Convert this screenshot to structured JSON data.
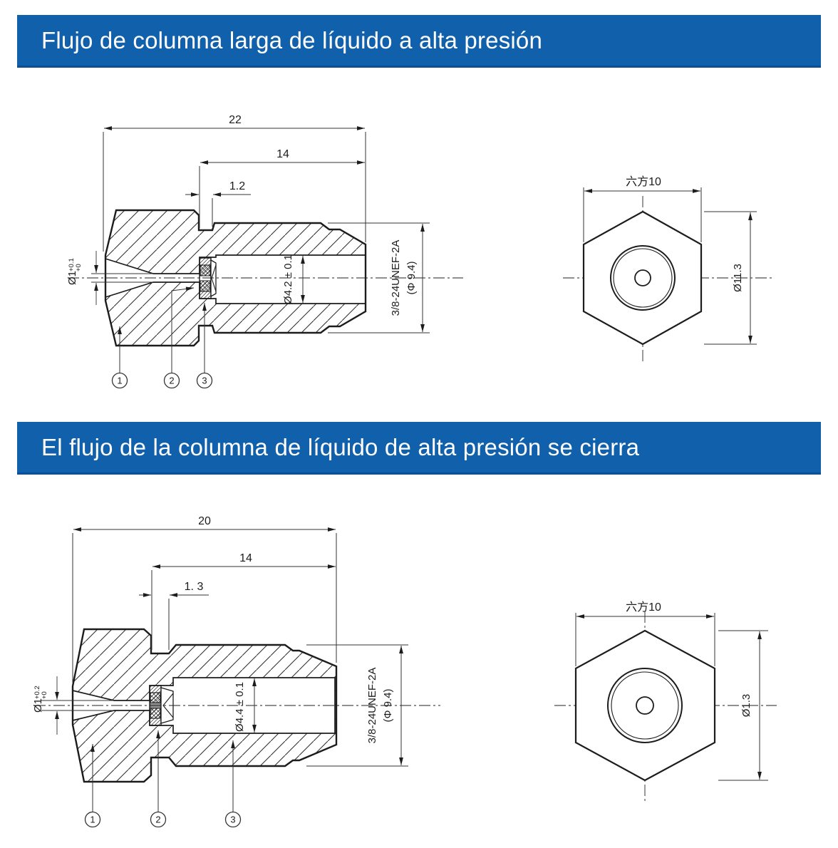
{
  "sections": [
    {
      "title": "Flujo de columna larga de líquido a alta presión",
      "dims": {
        "len_overall": "22",
        "len_thread": "14",
        "notch": "1.2",
        "bore_dia": "Ø1",
        "bore_tol_up": "+0.1",
        "bore_tol_dn": "+0",
        "counterbore": "Ø4.2 ± 0.1",
        "thread_spec": "3/8-24UNEF-2A",
        "thread_od": "(Φ 9.4)",
        "hex_af": "六方10",
        "across": "Ø11.3"
      },
      "callouts": [
        "1",
        "2",
        "3"
      ]
    },
    {
      "title": "El flujo de la columna de líquido de alta presión se cierra",
      "dims": {
        "len_overall": "20",
        "len_thread": "14",
        "notch": "1. 3",
        "bore_dia": "Ø1",
        "bore_tol_up": "+0.2",
        "bore_tol_dn": "+0",
        "counterbore": "Ø4.4 ± 0.1",
        "thread_spec": "3/8-24UNEF-2A",
        "thread_od": "(Φ 9.4)",
        "hex_af": "六方10",
        "across": "Ø1.3"
      },
      "callouts": [
        "1",
        "2",
        "3"
      ]
    }
  ],
  "colors": {
    "banner": "#1160ab",
    "banner_text": "#ffffff",
    "line": "#1c1c1c"
  }
}
